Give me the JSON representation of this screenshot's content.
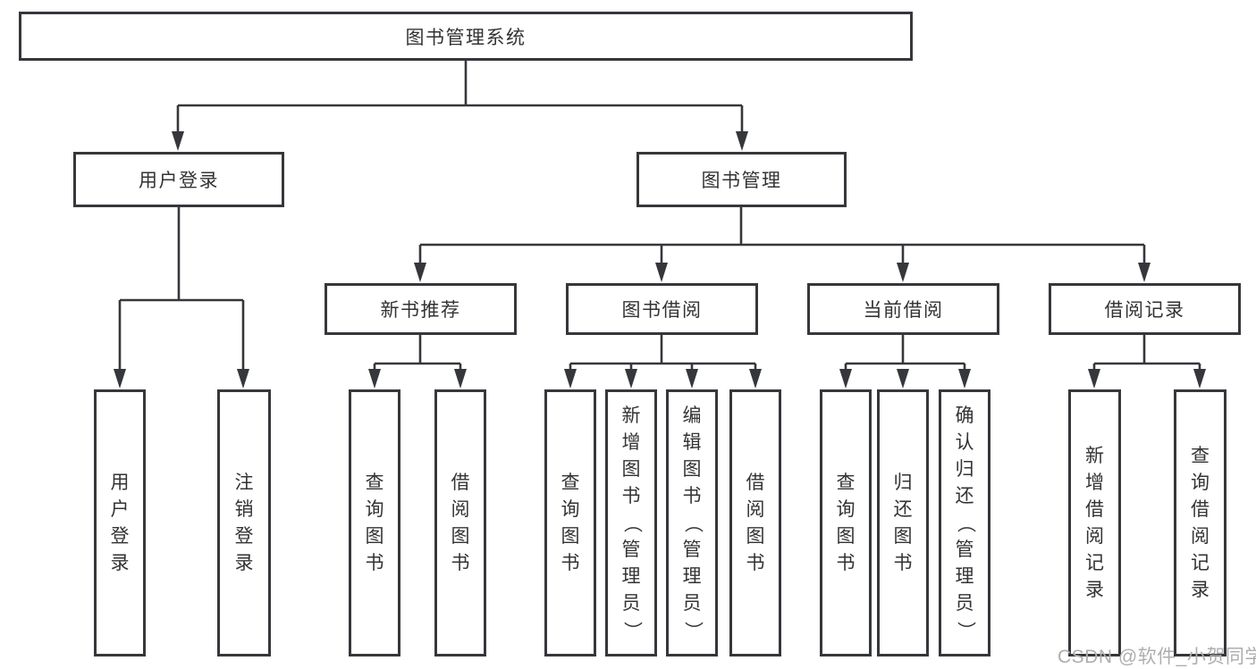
{
  "tree": {
    "root": "图书管理系统",
    "level2": [
      {
        "label": "用户登录",
        "children": [
          "用户登录",
          "注销登录"
        ]
      },
      {
        "label": "图书管理"
      }
    ],
    "level3": [
      {
        "label": "新书推荐",
        "children": [
          "查询图书",
          "借阅图书"
        ]
      },
      {
        "label": "图书借阅",
        "children": [
          "查询图书",
          "新增图书（管理员）",
          "编辑图书（管理员）",
          "借阅图书"
        ]
      },
      {
        "label": "当前借阅",
        "children": [
          "查询图书",
          "归还图书",
          "确认归还（管理员）"
        ]
      },
      {
        "label": "借阅记录",
        "children": [
          "新增借阅记录",
          "查询借阅记录"
        ]
      }
    ]
  },
  "watermark": "CSDN @软件_小贺同学",
  "colors": {
    "line": "#35373b",
    "text": "#333333",
    "background": "#ffffff",
    "watermark": "#aeaeae"
  }
}
